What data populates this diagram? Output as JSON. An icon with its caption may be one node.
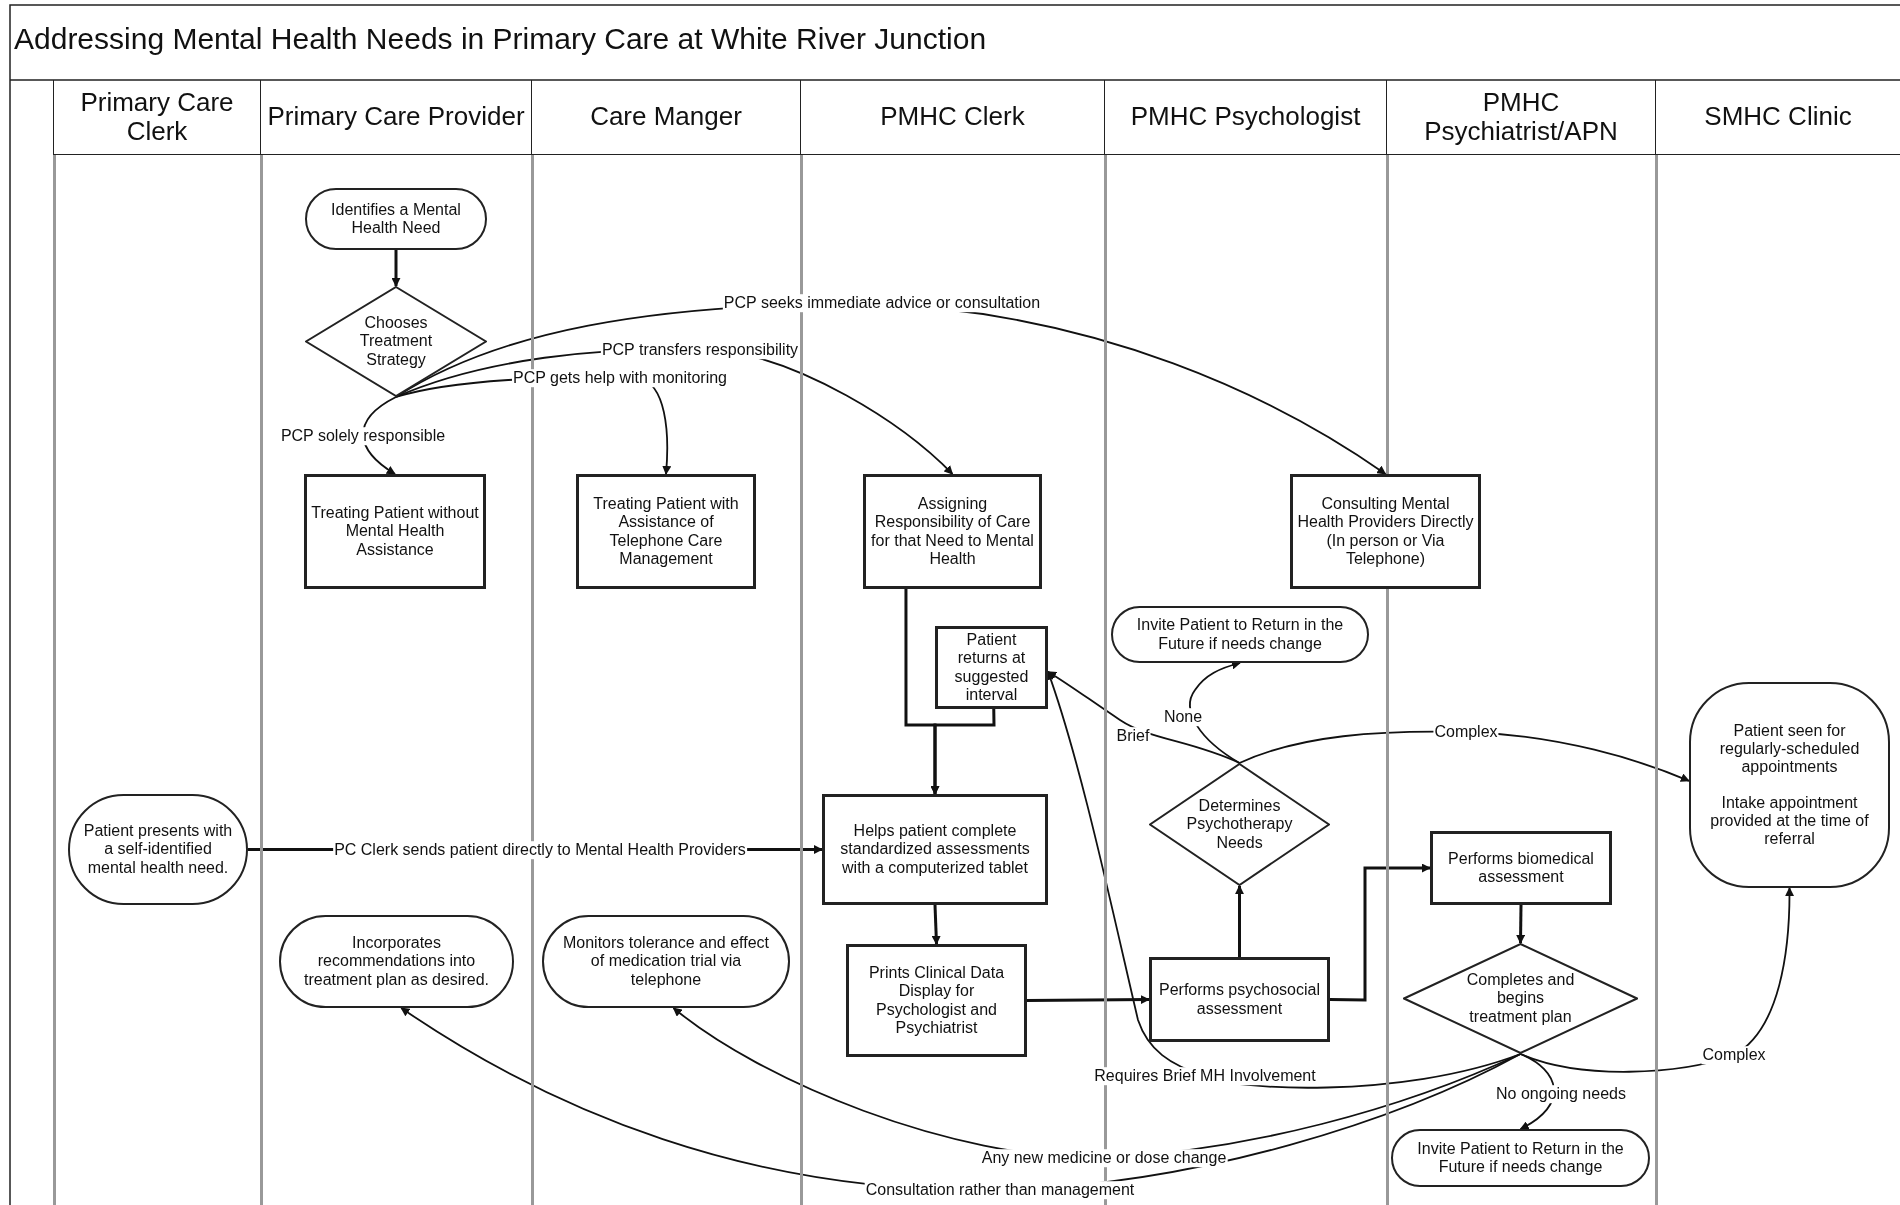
{
  "diagram": {
    "title": "Addressing Mental Health Needs in Primary Care at White River Junction",
    "nodes": [
      {
        "text": [
          "Primary Care Clerk"
        ]
      },
      {
        "text": [
          "Primary Care Provider"
        ]
      },
      {
        "text": [
          "Care Manger"
        ]
      },
      {
        "text": [
          "PMHC Clerk"
        ]
      },
      {
        "text": [
          "PMHC Psychologist"
        ]
      },
      {
        "text": [
          "PMHC Psychiatrist/APN"
        ]
      },
      {
        "text": [
          "SMHC Clinic"
        ]
      },
      {
        "text": [
          "Identifies a Mental Health Need"
        ],
        "in": 1
      },
      {
        "text": [
          "Chooses Treatment Strategy"
        ],
        "in": 1
      },
      {
        "text": [
          "Treating Patient without Mental Health Assistance"
        ],
        "in": 1
      },
      {
        "text": [
          "Treating Patient with Assistance of Telephone Care Management"
        ],
        "in": 2
      },
      {
        "text": [
          "Assigning Responsibility of Care for that Need to Mental Health"
        ],
        "in": 3
      },
      {
        "text": [
          "Consulting Mental Health Providers Directly (In person or Via Telephone)"
        ]
      },
      {
        "text": [
          "Patient returns at suggested interval"
        ],
        "in": 3
      },
      {
        "text": [
          "Invite Patient to Return in the Future if needs change"
        ],
        "in": 4
      },
      {
        "text": [
          "Patient seen for regularly-scheduled appointments",
          "Intake appointment provided at the time of referral"
        ],
        "in": 6
      },
      {
        "text": [
          "Patient presents with a self-identified mental health need."
        ],
        "in": 0
      },
      {
        "text": [
          "Helps patient complete standardized assessments with a computerized tablet"
        ],
        "in": 3
      },
      {
        "text": [
          "Determines Psychotherapy Needs"
        ],
        "in": 4
      },
      {
        "text": [
          "Performs biomedical assessment"
        ],
        "in": 5
      },
      {
        "text": [
          "Incorporates recommendations into treatment plan as desired."
        ],
        "in": 1
      },
      {
        "text": [
          "Monitors tolerance and effect of medication trial via telephone"
        ],
        "in": 2
      },
      {
        "text": [
          "Prints Clinical Data Display for Psychologist and Psychiatrist"
        ],
        "in": 3
      },
      {
        "text": [
          "Performs psychosocial assessment"
        ],
        "in": 4
      },
      {
        "text": [
          "Completes and begins treatment plan"
        ],
        "in": 5
      },
      {
        "text": [
          "Invite Patient to Return in the Future if needs change"
        ],
        "in": 5
      }
    ],
    "edges": [
      {
        "from": 7,
        "to": 8,
        "arrow": "to"
      },
      {
        "from": 8,
        "to": 9,
        "arrow": "to",
        "label": "PCP solely responsible"
      },
      {
        "from": 8,
        "to": 10,
        "arrow": "to",
        "label": "PCP gets help with monitoring"
      },
      {
        "from": 8,
        "to": 11,
        "arrow": "to",
        "label": "PCP transfers responsibility"
      },
      {
        "from": 8,
        "to": 12,
        "arrow": "to",
        "label": "PCP seeks immediate advice or consultation"
      },
      {
        "from": 11,
        "to": 17,
        "arrow": "to"
      },
      {
        "from": 13,
        "to": 17,
        "arrow": "to"
      },
      {
        "from": 16,
        "to": 17,
        "arrow": "to",
        "label": "PC Clerk sends patient directly to Mental Health Providers"
      },
      {
        "from": 17,
        "to": 22,
        "arrow": "to"
      },
      {
        "from": 22,
        "to": 23,
        "arrow": "to"
      },
      {
        "from": 23,
        "to": 18,
        "arrow": "to"
      },
      {
        "from": 23,
        "to": 19,
        "arrow": "to"
      },
      {
        "from": 19,
        "to": 24,
        "arrow": "to"
      },
      {
        "from": 18,
        "to": 13,
        "arrow": "to",
        "label": "Brief"
      },
      {
        "from": 18,
        "to": 14,
        "arrow": "to",
        "label": "None"
      },
      {
        "from": 18,
        "to": 15,
        "arrow": "to",
        "label": "Complex"
      },
      {
        "from": 24,
        "to": 25,
        "arrow": "to",
        "label": "No ongoing needs"
      },
      {
        "from": 24,
        "to": 15,
        "arrow": "to",
        "label": "Complex"
      },
      {
        "from": 24,
        "to": 21,
        "arrow": "to",
        "label": "Any new medicine or dose change"
      },
      {
        "from": 24,
        "to": 20,
        "arrow": "to",
        "label": "Consultation rather than management"
      },
      {
        "from": 24,
        "to": 13,
        "arrow": "to",
        "label": "Requires Brief MH Involvement"
      }
    ]
  }
}
